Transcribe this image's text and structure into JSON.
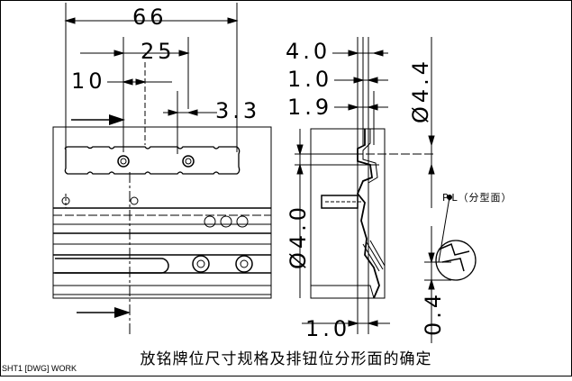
{
  "dimensions": {
    "d66": "66",
    "d25": "25",
    "d10": "10",
    "d3_3": "3.3",
    "d4_0_top": "4.0",
    "d1_0_top": "1.0",
    "d1_9": "1.9",
    "dphi4_4": "Ø4.4",
    "dphi4_0": "Ø4.0",
    "d0_4": "0.4",
    "d1_0_bottom": "1.0"
  },
  "annotation": {
    "parting_line": "P.L（分型面）"
  },
  "caption": "放铭牌位尺寸规格及排钮位分形面的确定",
  "status": "SHT1 [DWG] WORK"
}
